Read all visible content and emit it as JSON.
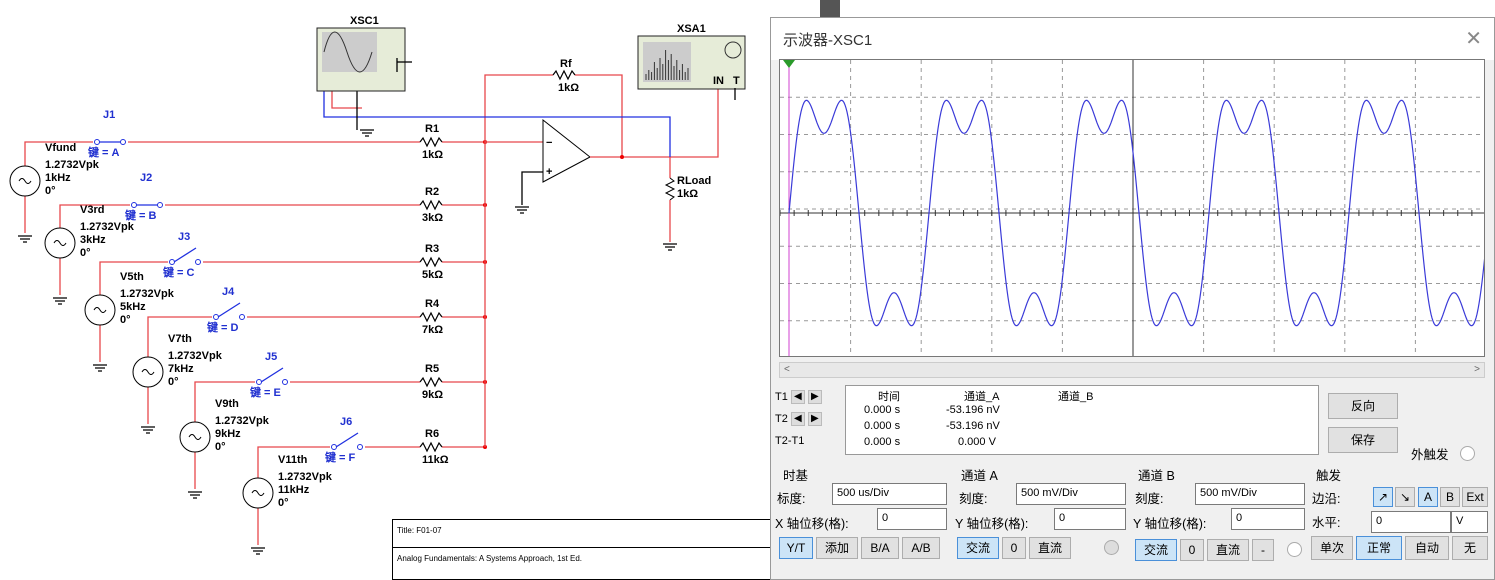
{
  "schematic": {
    "xsc1": "XSC1",
    "xsa1": "XSA1",
    "xsa1_in": "IN",
    "xsa1_t": "T",
    "rf": {
      "name": "Rf",
      "value": "1kΩ"
    },
    "rload": {
      "name": "RLoad",
      "value": "1kΩ"
    },
    "branches": [
      {
        "src": "Vfund",
        "amp": "1.2732Vpk",
        "freq": "1kHz",
        "phase": "0°",
        "sw": "J1",
        "key": "键 = A",
        "closed": true,
        "r": "R1",
        "rv": "1kΩ"
      },
      {
        "src": "V3rd",
        "amp": "1.2732Vpk",
        "freq": "3kHz",
        "phase": "0°",
        "sw": "J2",
        "key": "键 = B",
        "closed": true,
        "r": "R2",
        "rv": "3kΩ"
      },
      {
        "src": "V5th",
        "amp": "1.2732Vpk",
        "freq": "5kHz",
        "phase": "0°",
        "sw": "J3",
        "key": "键 = C",
        "closed": false,
        "r": "R3",
        "rv": "5kΩ"
      },
      {
        "src": "V7th",
        "amp": "1.2732Vpk",
        "freq": "7kHz",
        "phase": "0°",
        "sw": "J4",
        "key": "键 = D",
        "closed": false,
        "r": "R4",
        "rv": "7kΩ"
      },
      {
        "src": "V9th",
        "amp": "1.2732Vpk",
        "freq": "9kHz",
        "phase": "0°",
        "sw": "J5",
        "key": "键 = E",
        "closed": false,
        "r": "R5",
        "rv": "9kΩ"
      },
      {
        "src": "V11th",
        "amp": "1.2732Vpk",
        "freq": "11kHz",
        "phase": "0°",
        "sw": "J6",
        "key": "键 = F",
        "closed": false,
        "r": "R6",
        "rv": "11kΩ"
      }
    ],
    "title_block": {
      "title": "Title:  F01-07",
      "subtitle": "Analog Fundamentals: A Systems Approach, 1st Ed."
    }
  },
  "scope": {
    "title": "示波器-XSC1",
    "close": "✕",
    "trace_color": "#3a3ad8",
    "cursors": {
      "t1": "T1",
      "t2": "T2",
      "t21": "T2-T1"
    },
    "readout": {
      "headers": [
        "时间",
        "通道_A",
        "通道_B"
      ],
      "rows": [
        [
          "0.000 s",
          "-53.196 nV",
          ""
        ],
        [
          "0.000 s",
          "-53.196 nV",
          ""
        ],
        [
          "0.000 s",
          "0.000 V",
          ""
        ]
      ]
    },
    "reverse": "反向",
    "save": "保存",
    "ext_trigger": "外触发",
    "timebase": {
      "title": "时基",
      "scale_label": "标度:",
      "scale": "500 us/Div",
      "xpos_label": "X 轴位移(格):",
      "xpos": "0",
      "modes": [
        "Y/T",
        "添加",
        "B/A",
        "A/B"
      ]
    },
    "channel_a": {
      "title": "通道 A",
      "scale_label": "刻度:",
      "scale": "500 mV/Div",
      "ypos_label": "Y 轴位移(格):",
      "ypos": "0",
      "coupling": [
        "交流",
        "0",
        "直流"
      ]
    },
    "channel_b": {
      "title": "通道 B",
      "scale_label": "刻度:",
      "scale": "500 mV/Div",
      "ypos_label": "Y 轴位移(格):",
      "ypos": "0",
      "coupling": [
        "交流",
        "0",
        "直流",
        "-"
      ]
    },
    "trigger": {
      "title": "触发",
      "edge_label": "边沿:",
      "edges": [
        "↗",
        "↘",
        "A",
        "B",
        "Ext"
      ],
      "level_label": "水平:",
      "level": "0",
      "unit": "V",
      "modes": [
        "单次",
        "正常",
        "自动",
        "无"
      ]
    }
  }
}
